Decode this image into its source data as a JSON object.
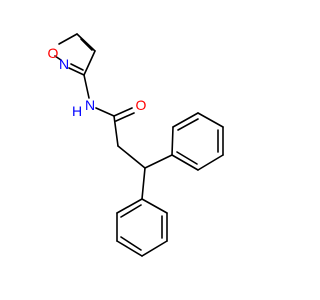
{
  "molecule": {
    "atom_labels": {
      "ring_oxygen": "O",
      "ring_nitrogen": "N",
      "amide_nitrogen": "N",
      "amide_hydrogen": "H",
      "carbonyl_oxygen": "O"
    }
  },
  "colors": {
    "bond": "#000000",
    "oxygen": "#ff0000",
    "nitrogen": "#0000ff",
    "background": "#ffffff"
  }
}
